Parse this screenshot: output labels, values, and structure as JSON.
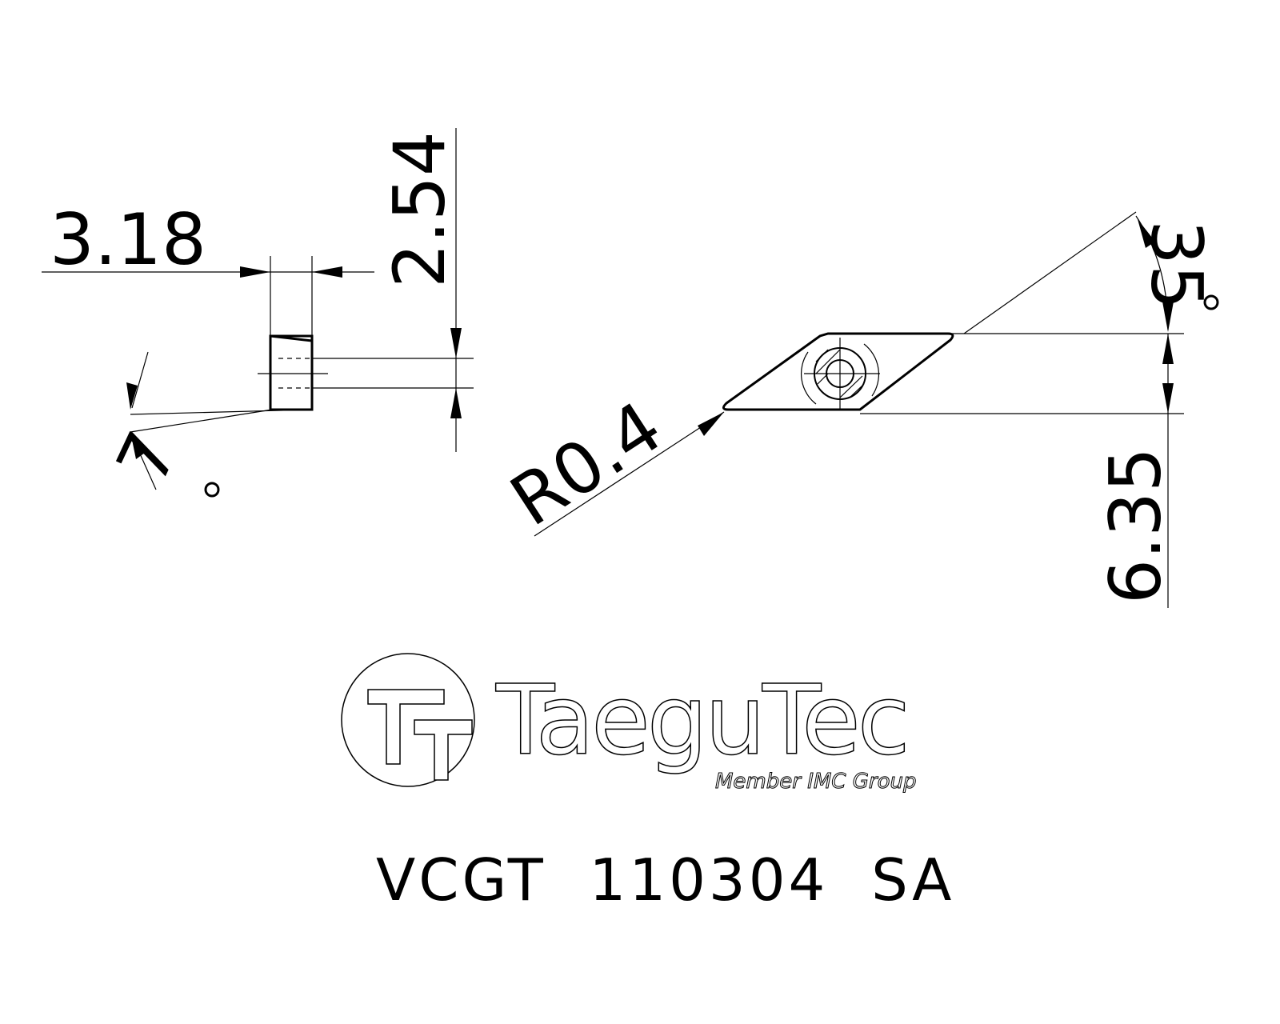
{
  "dimensions": {
    "thickness": "3.18",
    "hole_depth": "2.54",
    "clearance_angle": "7",
    "corner_radius": "R0.4",
    "nose_angle": "35",
    "inscribed_circle": "6.35"
  },
  "logo": {
    "brand": "TaeguTec",
    "tagline": "Member IMC Group"
  },
  "part_number": "VCGT  110304  SA"
}
